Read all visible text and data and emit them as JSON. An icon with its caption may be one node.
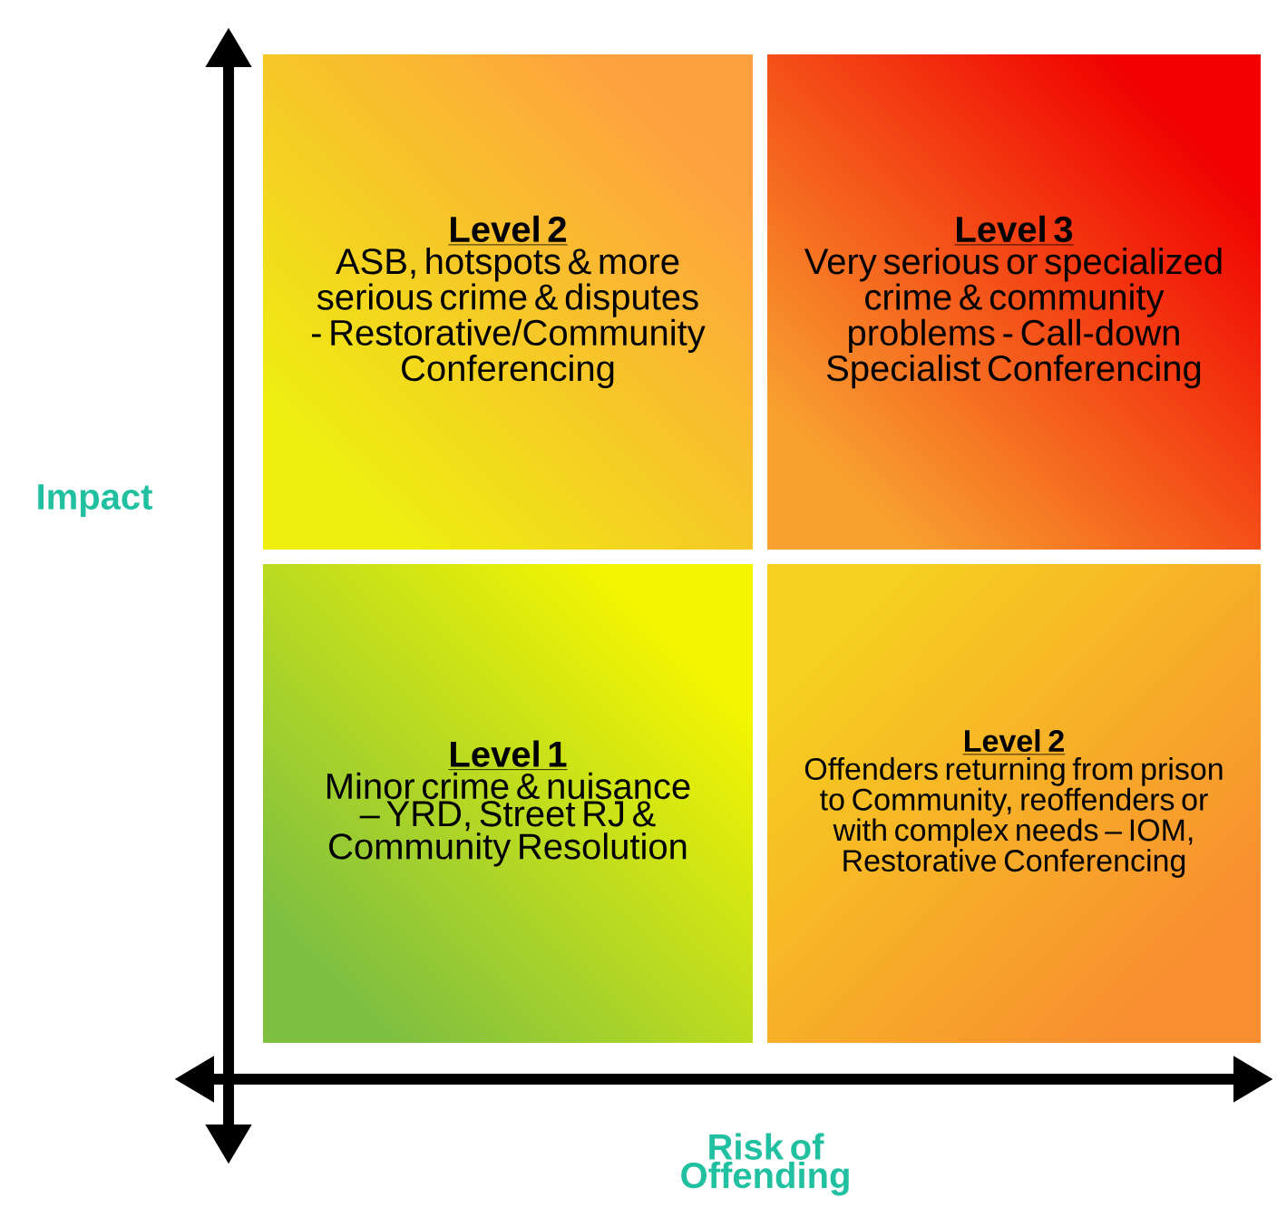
{
  "diagram": {
    "nodes": [
      {
        "text": [
          "Level 2",
          "ASB, hotspots & more serious crime & disputes - Restorative/Community Conferencing"
        ]
      },
      {
        "text": [
          "Level 3",
          "Very serious or specialized crime & community problems - Call-down Specialist Conferencing"
        ]
      },
      {
        "text": [
          "Level 1",
          "Minor crime & nuisance – YRD, Street RJ & Community Resolution"
        ]
      },
      {
        "text": [
          "Level 2",
          "Offenders returning from prison to Community, reoffenders or with complex needs – IOM, Restorative Conferencing"
        ]
      }
    ],
    "edges": [],
    "labels": [
      "Impact",
      "Risk of Offending"
    ]
  }
}
